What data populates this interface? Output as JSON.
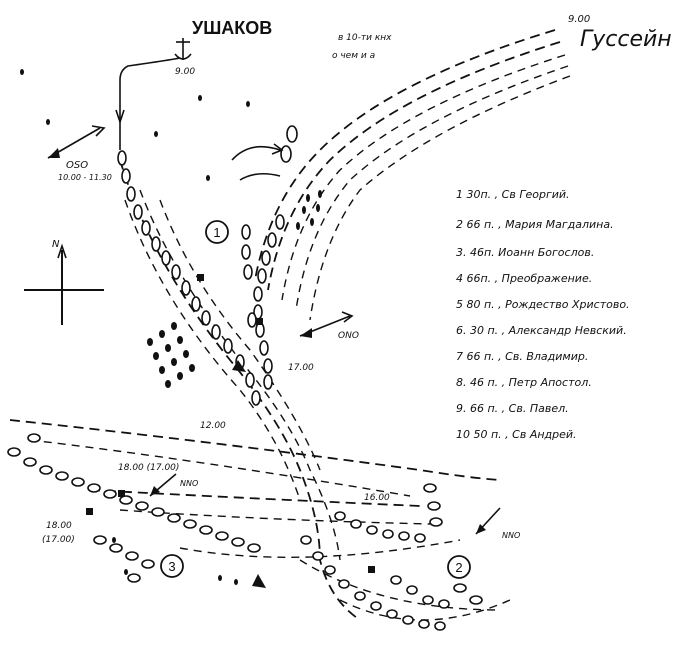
{
  "title": "УШАКОВ",
  "opponent": "Гуссейн",
  "note_line1": "в 10-ти кнх",
  "note_line2": "о чем и а",
  "times": {
    "ushakov_start": "9.00",
    "hussein_start": "9.00",
    "wind_first": "10.00 - 11.30",
    "t12": "12.00",
    "t17": "17.00",
    "t16": "16.00",
    "t18a": "18.00 (17.00)",
    "t18b_line1": "18.00",
    "t18b_line2": "(17.00)"
  },
  "winds": {
    "w1": "OSO",
    "w2": "ONO",
    "w3": "NNO",
    "w4": "NNO"
  },
  "compass_n": "N",
  "circles": {
    "c1": "1",
    "c2": "2",
    "c3": "3"
  },
  "legend": [
    "1  30п. , Св Георгий.",
    "2  66 п. , Мария Магдалина.",
    "3. 46п. Иоанн Богослов.",
    "4  66п. , Преображение.",
    "5  80 п. , Рождество Христово.",
    "6. 30 п. , Александр Невский.",
    "7  66 п. , Св. Владимир.",
    "8. 46 п. , Петр Апостол.",
    "9. 66 п. , Св. Павел.",
    "10  50 п. , Св Андрей."
  ]
}
